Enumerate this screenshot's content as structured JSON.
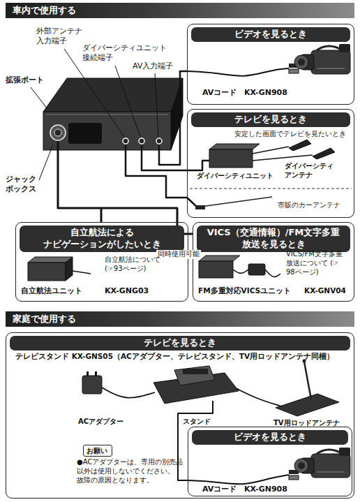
{
  "diagram": {
    "nodes": [
      {
        "text": [
          "車内で使用する"
        ]
      },
      {
        "text": [
          "ビデオを見るとき"
        ]
      },
      {
        "text": [
          "テレビを見るとき"
        ]
      },
      {
        "text": [
          "自立航法による ナビゲーションがしたいとき"
        ]
      },
      {
        "text": [
          "VICS（交通情報）/FM文字多重 放送を見るとき"
        ]
      },
      {
        "text": [
          "家庭で使用する"
        ]
      },
      {
        "text": [
          "テレビを見るとき"
        ]
      },
      {
        "text": [
          "ビデオを見るとき"
        ],
        "in": 6
      },
      {
        "text": [
          "お願い"
        ],
        "in": 6
      }
    ],
    "labels": [
      "外部アンテナ 入力端子",
      "ダイバーシティユニット 接続端子",
      "AV入力端子",
      "拡張ポート",
      "ジャック ボックス",
      "AVコード",
      "KX-GN908",
      "安定した画面でテレビを見たいとき",
      "ダイバーシティ アンテナ",
      "ダイバーシティユニット",
      "市販のカーアンテナ",
      "同時使用可能",
      "自立航法について (☞93ページ)",
      "自立航法ユニット",
      "KX-GNG03",
      "VICS/FM文字多重 放送について (☞98ページ)",
      "FM多重対応VICSユニット",
      "KX-GNV04",
      "テレビスタンド KX-GNS05（ACアダプター、テレビスタンド、TV用ロッドアンテナ同梱）",
      "ACアダプター",
      "スタンド",
      "TV用ロッドアンテナ",
      "AVコード",
      "KX-GN908",
      "●ACアダプターは、専用の別売品 以外は使用しないでください。 故障の原因となります。"
    ]
  }
}
